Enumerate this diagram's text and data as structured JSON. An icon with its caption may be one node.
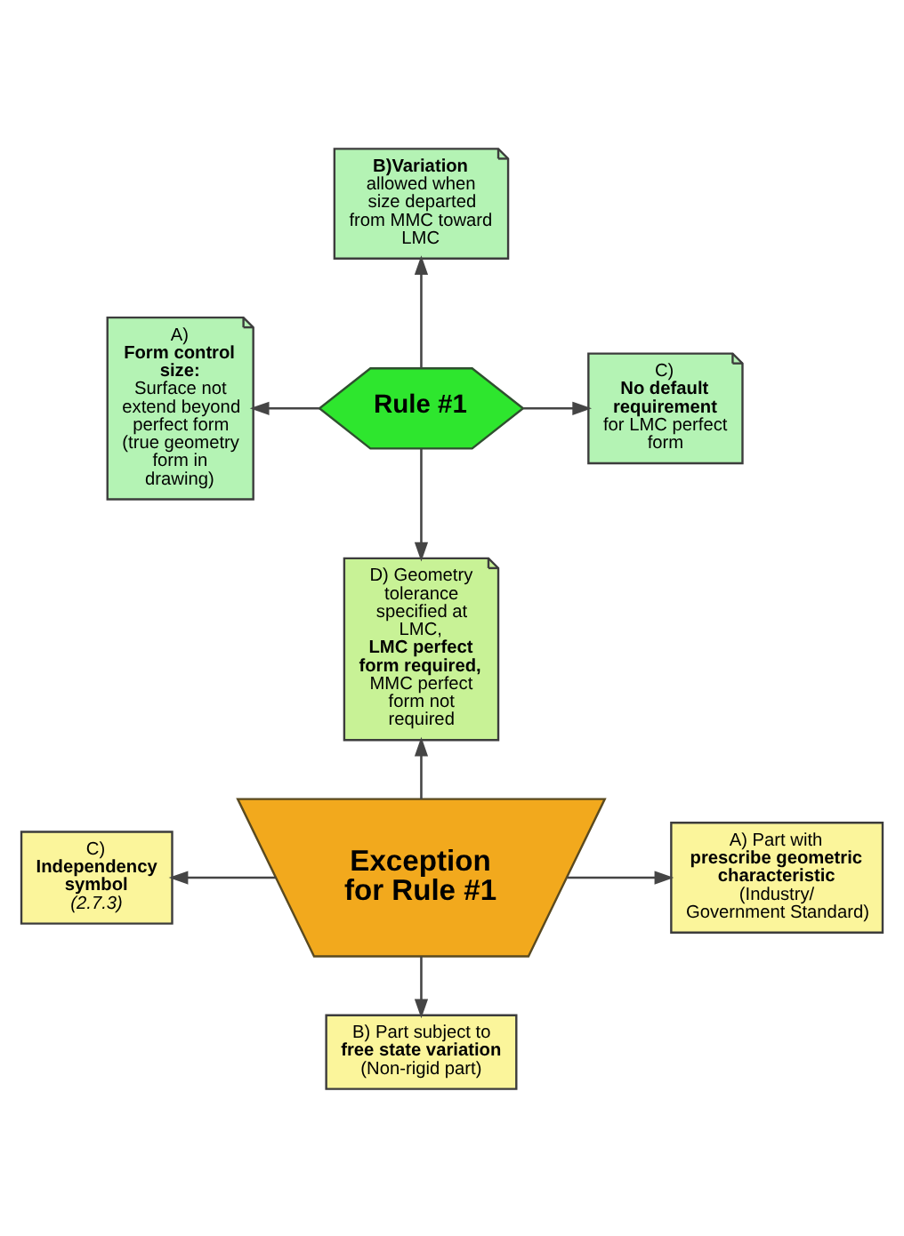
{
  "diagram": {
    "nodes": [
      {
        "text": [
          "B)**Variation** allowed when size departed from MMC toward LMC"
        ]
      },
      {
        "text": [
          "A) **Form control size**: Surface not extend beyond perfect form (true geometry form in drawing)"
        ]
      },
      {
        "text": [
          "Rule #1"
        ]
      },
      {
        "text": [
          "C) **No default requirement** for LMC perfect form"
        ]
      },
      {
        "text": [
          "D) Geometry tolerance specified at LMC, **LMC perfect form required**, MMC perfect form not required"
        ]
      },
      {
        "text": [
          "C) **Independency symbol** *(2.7.3)*"
        ]
      },
      {
        "text": [
          "Exception for Rule #1"
        ]
      },
      {
        "text": [
          "A) Part with **prescribe geometric characteristic** (Industry/ Government Standard)"
        ]
      },
      {
        "text": [
          "B) Part subject to **free state variation** (Non-rigid part)"
        ]
      }
    ],
    "edges": [
      {
        "from": 2,
        "to": 0,
        "arrow": "to"
      },
      {
        "from": 2,
        "to": 1,
        "arrow": "to"
      },
      {
        "from": 2,
        "to": 3,
        "arrow": "to"
      },
      {
        "from": 2,
        "to": 4,
        "arrow": "to"
      },
      {
        "from": 6,
        "to": 4,
        "arrow": "to"
      },
      {
        "from": 6,
        "to": 5,
        "arrow": "to"
      },
      {
        "from": 6,
        "to": 7,
        "arrow": "to"
      },
      {
        "from": 6,
        "to": 8,
        "arrow": "to"
      }
    ]
  }
}
